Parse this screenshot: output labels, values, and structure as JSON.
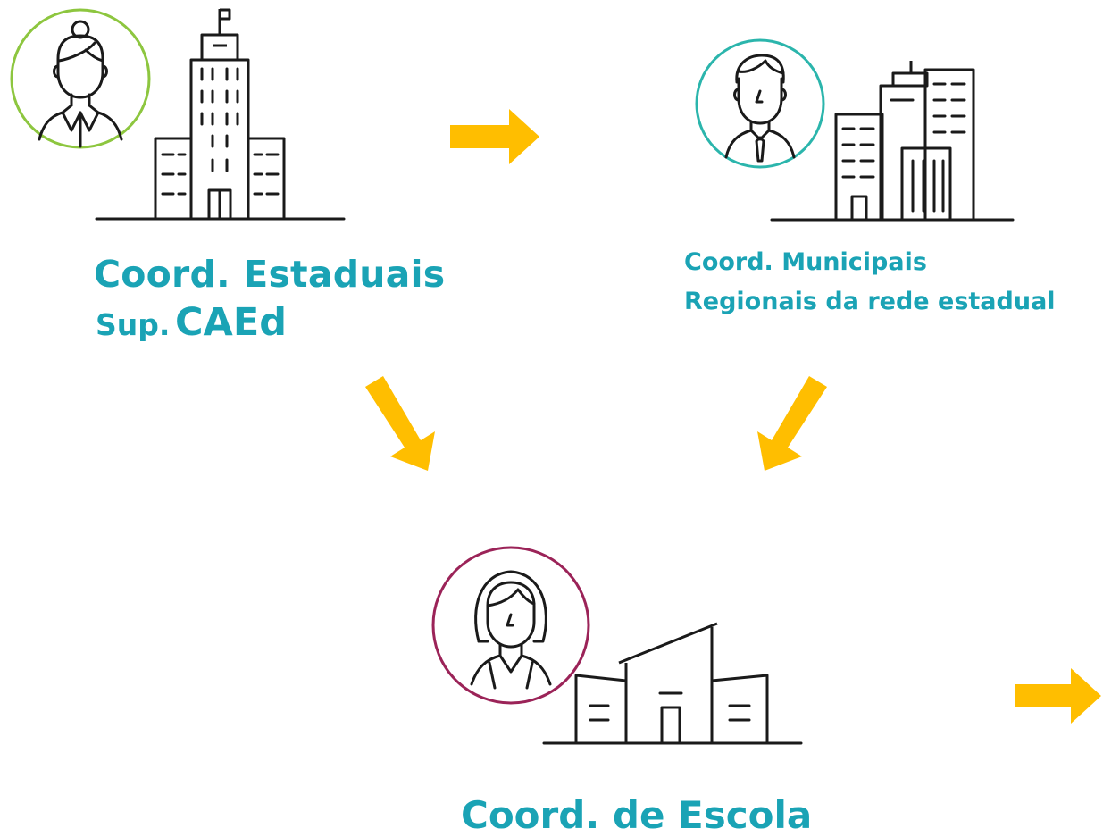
{
  "nodes": {
    "state": {
      "line1": "Coord. Estaduais",
      "line2_prefix": "Sup.",
      "line2_emph": "CAEd",
      "ring_color": "#8dc63f"
    },
    "municipal": {
      "line1": "Coord. Municipais",
      "line2": "Regionais da rede estadual",
      "ring_color": "#2bb5ac"
    },
    "school": {
      "line1": "Coord. de Escola",
      "ring_color": "#9b2358"
    }
  },
  "colors": {
    "label": "#1aa3b5",
    "arrow": "#ffbe00",
    "line_art": "#1a1a1a"
  }
}
